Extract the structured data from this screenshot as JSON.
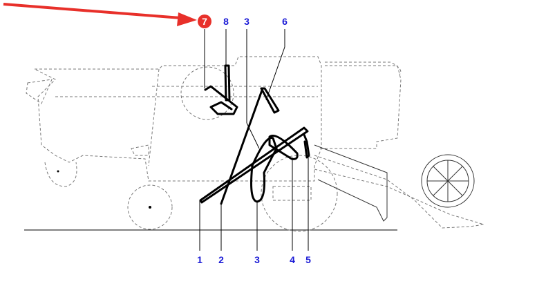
{
  "diagram": {
    "highlighted_label": "7",
    "highlight_color": "#e8302a",
    "label_color": "#1a1ad6",
    "top_labels": [
      "8",
      "3",
      "6"
    ],
    "bottom_labels": [
      "1",
      "2",
      "3",
      "4",
      "5"
    ]
  }
}
